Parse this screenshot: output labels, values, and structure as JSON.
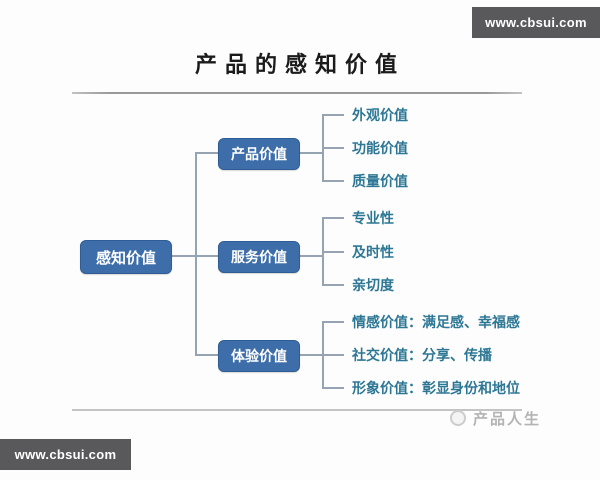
{
  "page": {
    "title": "产品的感知价值",
    "watermark_top": "www.cbsui.com",
    "watermark_bottom": "www.cbsui.com",
    "watermark_logo_text": "产品人生"
  },
  "colors": {
    "node_blue": "#3d6ea9",
    "node_border": "#2f5c94",
    "leaf_text_teal": "#2d7795",
    "connector_gray": "#95a3b3",
    "site_bar_dark": "#59595b",
    "watermark_gray": "#b3b3b3"
  },
  "tree": {
    "root": {
      "label": "感知价值"
    },
    "branches": [
      {
        "label": "产品价值",
        "leaves": [
          "外观价值",
          "功能价值",
          "质量价值"
        ]
      },
      {
        "label": "服务价值",
        "leaves": [
          "专业性",
          "及时性",
          "亲切度"
        ]
      },
      {
        "label": "体验价值",
        "leaves": [
          "情感价值：满足感、幸福感",
          "社交价值：分享、传播",
          "形象价值：彰显身份和地位"
        ]
      }
    ]
  }
}
